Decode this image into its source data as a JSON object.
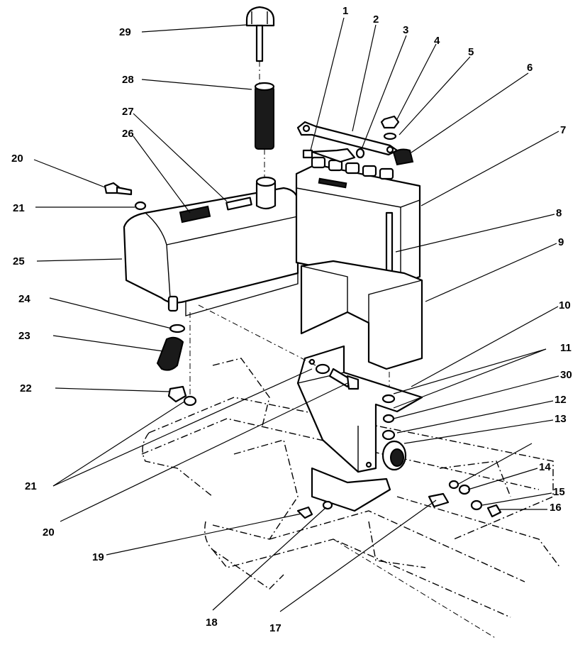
{
  "callouts": [
    {
      "id": "c1",
      "label": "1"
    },
    {
      "id": "c2",
      "label": "2"
    },
    {
      "id": "c3",
      "label": "3"
    },
    {
      "id": "c4",
      "label": "4"
    },
    {
      "id": "c5",
      "label": "5"
    },
    {
      "id": "c6",
      "label": "6"
    },
    {
      "id": "c7",
      "label": "7"
    },
    {
      "id": "c8",
      "label": "8"
    },
    {
      "id": "c9",
      "label": "9"
    },
    {
      "id": "c10",
      "label": "10"
    },
    {
      "id": "c11",
      "label": "11"
    },
    {
      "id": "c30",
      "label": "30"
    },
    {
      "id": "c12",
      "label": "12"
    },
    {
      "id": "c13",
      "label": "13"
    },
    {
      "id": "c14",
      "label": "14"
    },
    {
      "id": "c15",
      "label": "15"
    },
    {
      "id": "c16",
      "label": "16"
    },
    {
      "id": "c17",
      "label": "17"
    },
    {
      "id": "c18",
      "label": "18"
    },
    {
      "id": "c19",
      "label": "19"
    },
    {
      "id": "c20b",
      "label": "20"
    },
    {
      "id": "c21b",
      "label": "21"
    },
    {
      "id": "c22",
      "label": "22"
    },
    {
      "id": "c23",
      "label": "23"
    },
    {
      "id": "c24",
      "label": "24"
    },
    {
      "id": "c25",
      "label": "25"
    },
    {
      "id": "c21a",
      "label": "21"
    },
    {
      "id": "c20a",
      "label": "20"
    },
    {
      "id": "c26",
      "label": "26"
    },
    {
      "id": "c27",
      "label": "27"
    },
    {
      "id": "c28",
      "label": "28"
    },
    {
      "id": "c29",
      "label": "29"
    }
  ]
}
